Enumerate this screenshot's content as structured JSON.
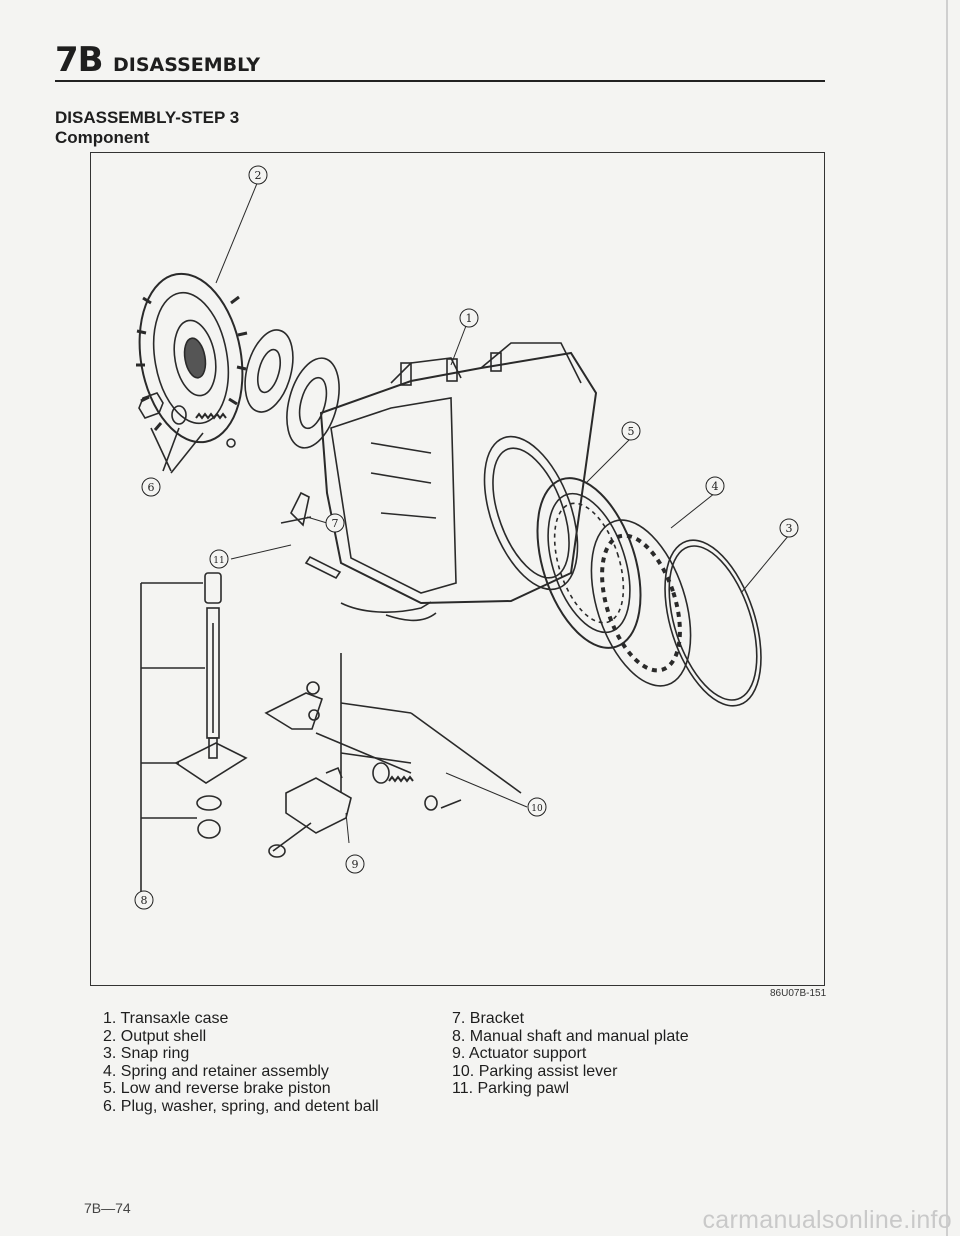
{
  "header": {
    "section_code": "7B",
    "section_title": "DISASSEMBLY"
  },
  "step": {
    "title": "DISASSEMBLY-STEP 3",
    "subtitle": "Component"
  },
  "figure": {
    "code": "86U07B-151",
    "callouts": [
      "1",
      "2",
      "3",
      "4",
      "5",
      "6",
      "7",
      "8",
      "9",
      "10",
      "11"
    ]
  },
  "legend": {
    "left": [
      "1. Transaxle case",
      "2. Output shell",
      "3. Snap ring",
      "4. Spring and retainer assembly",
      "5. Low and reverse brake piston",
      "6. Plug, washer, spring, and detent ball"
    ],
    "right": [
      "7. Bracket",
      "8. Manual shaft and manual plate",
      "9. Actuator support",
      "10. Parking assist lever",
      "11. Parking pawl"
    ]
  },
  "footer": {
    "page_number": "7B—74",
    "watermark": "carmanualsonline.info"
  }
}
